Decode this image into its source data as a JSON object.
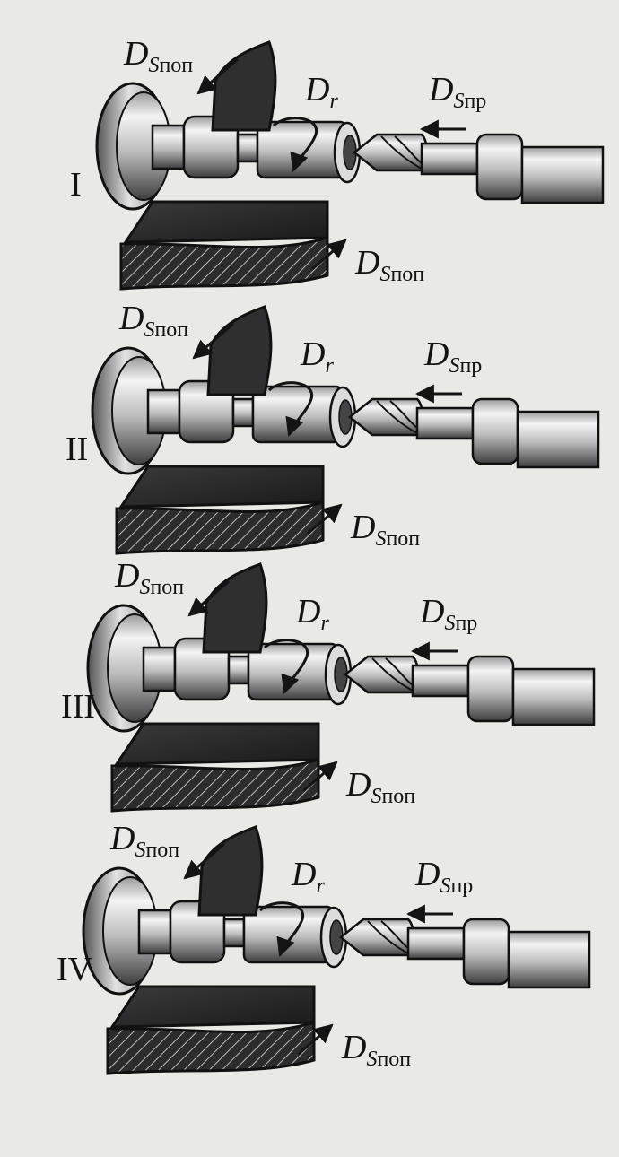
{
  "stages": [
    {
      "roman": "I",
      "cross_top": "поп",
      "rot": "r",
      "long": "пр",
      "cross_bottom": "поп"
    },
    {
      "roman": "II",
      "cross_top": "поп",
      "rot": "r",
      "long": "пр",
      "cross_bottom": "поп"
    },
    {
      "roman": "III",
      "cross_top": "поп",
      "rot": "r",
      "long": "пр",
      "cross_bottom": "поп"
    },
    {
      "roman": "IV",
      "cross_top": "поп",
      "rot": "r",
      "long": "пр",
      "cross_bottom": "поп"
    }
  ],
  "symbols": {
    "D": "D",
    "S": "S"
  }
}
